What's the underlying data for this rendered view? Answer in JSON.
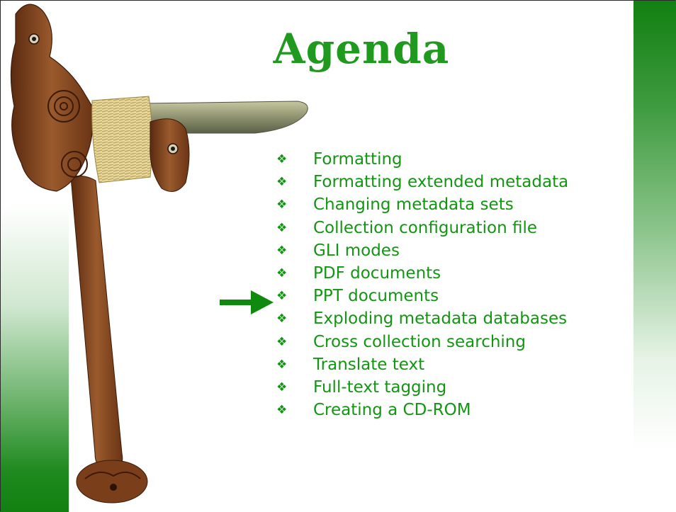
{
  "slide": {
    "title": "Agenda",
    "bullet_glyph": "❖",
    "items": [
      "Formatting",
      "Formatting extended metadata",
      "Changing metadata sets",
      "Collection configuration file",
      "GLI modes",
      "PDF documents",
      "PPT documents",
      "Exploding metadata databases",
      "Cross collection searching",
      "Translate text",
      "Full-text tagging",
      "Creating a CD-ROM"
    ],
    "current_item_index": 6
  },
  "colors": {
    "title": "#1f9a1f",
    "text": "#129612",
    "band_green": "#118011",
    "arrow": "#0f8a0f",
    "wood": "#8a4a22"
  },
  "icons": {
    "bullet": "diamond-bullet-icon",
    "pointer": "right-arrow-icon",
    "artifact": "carved-maori-artifact-image"
  }
}
